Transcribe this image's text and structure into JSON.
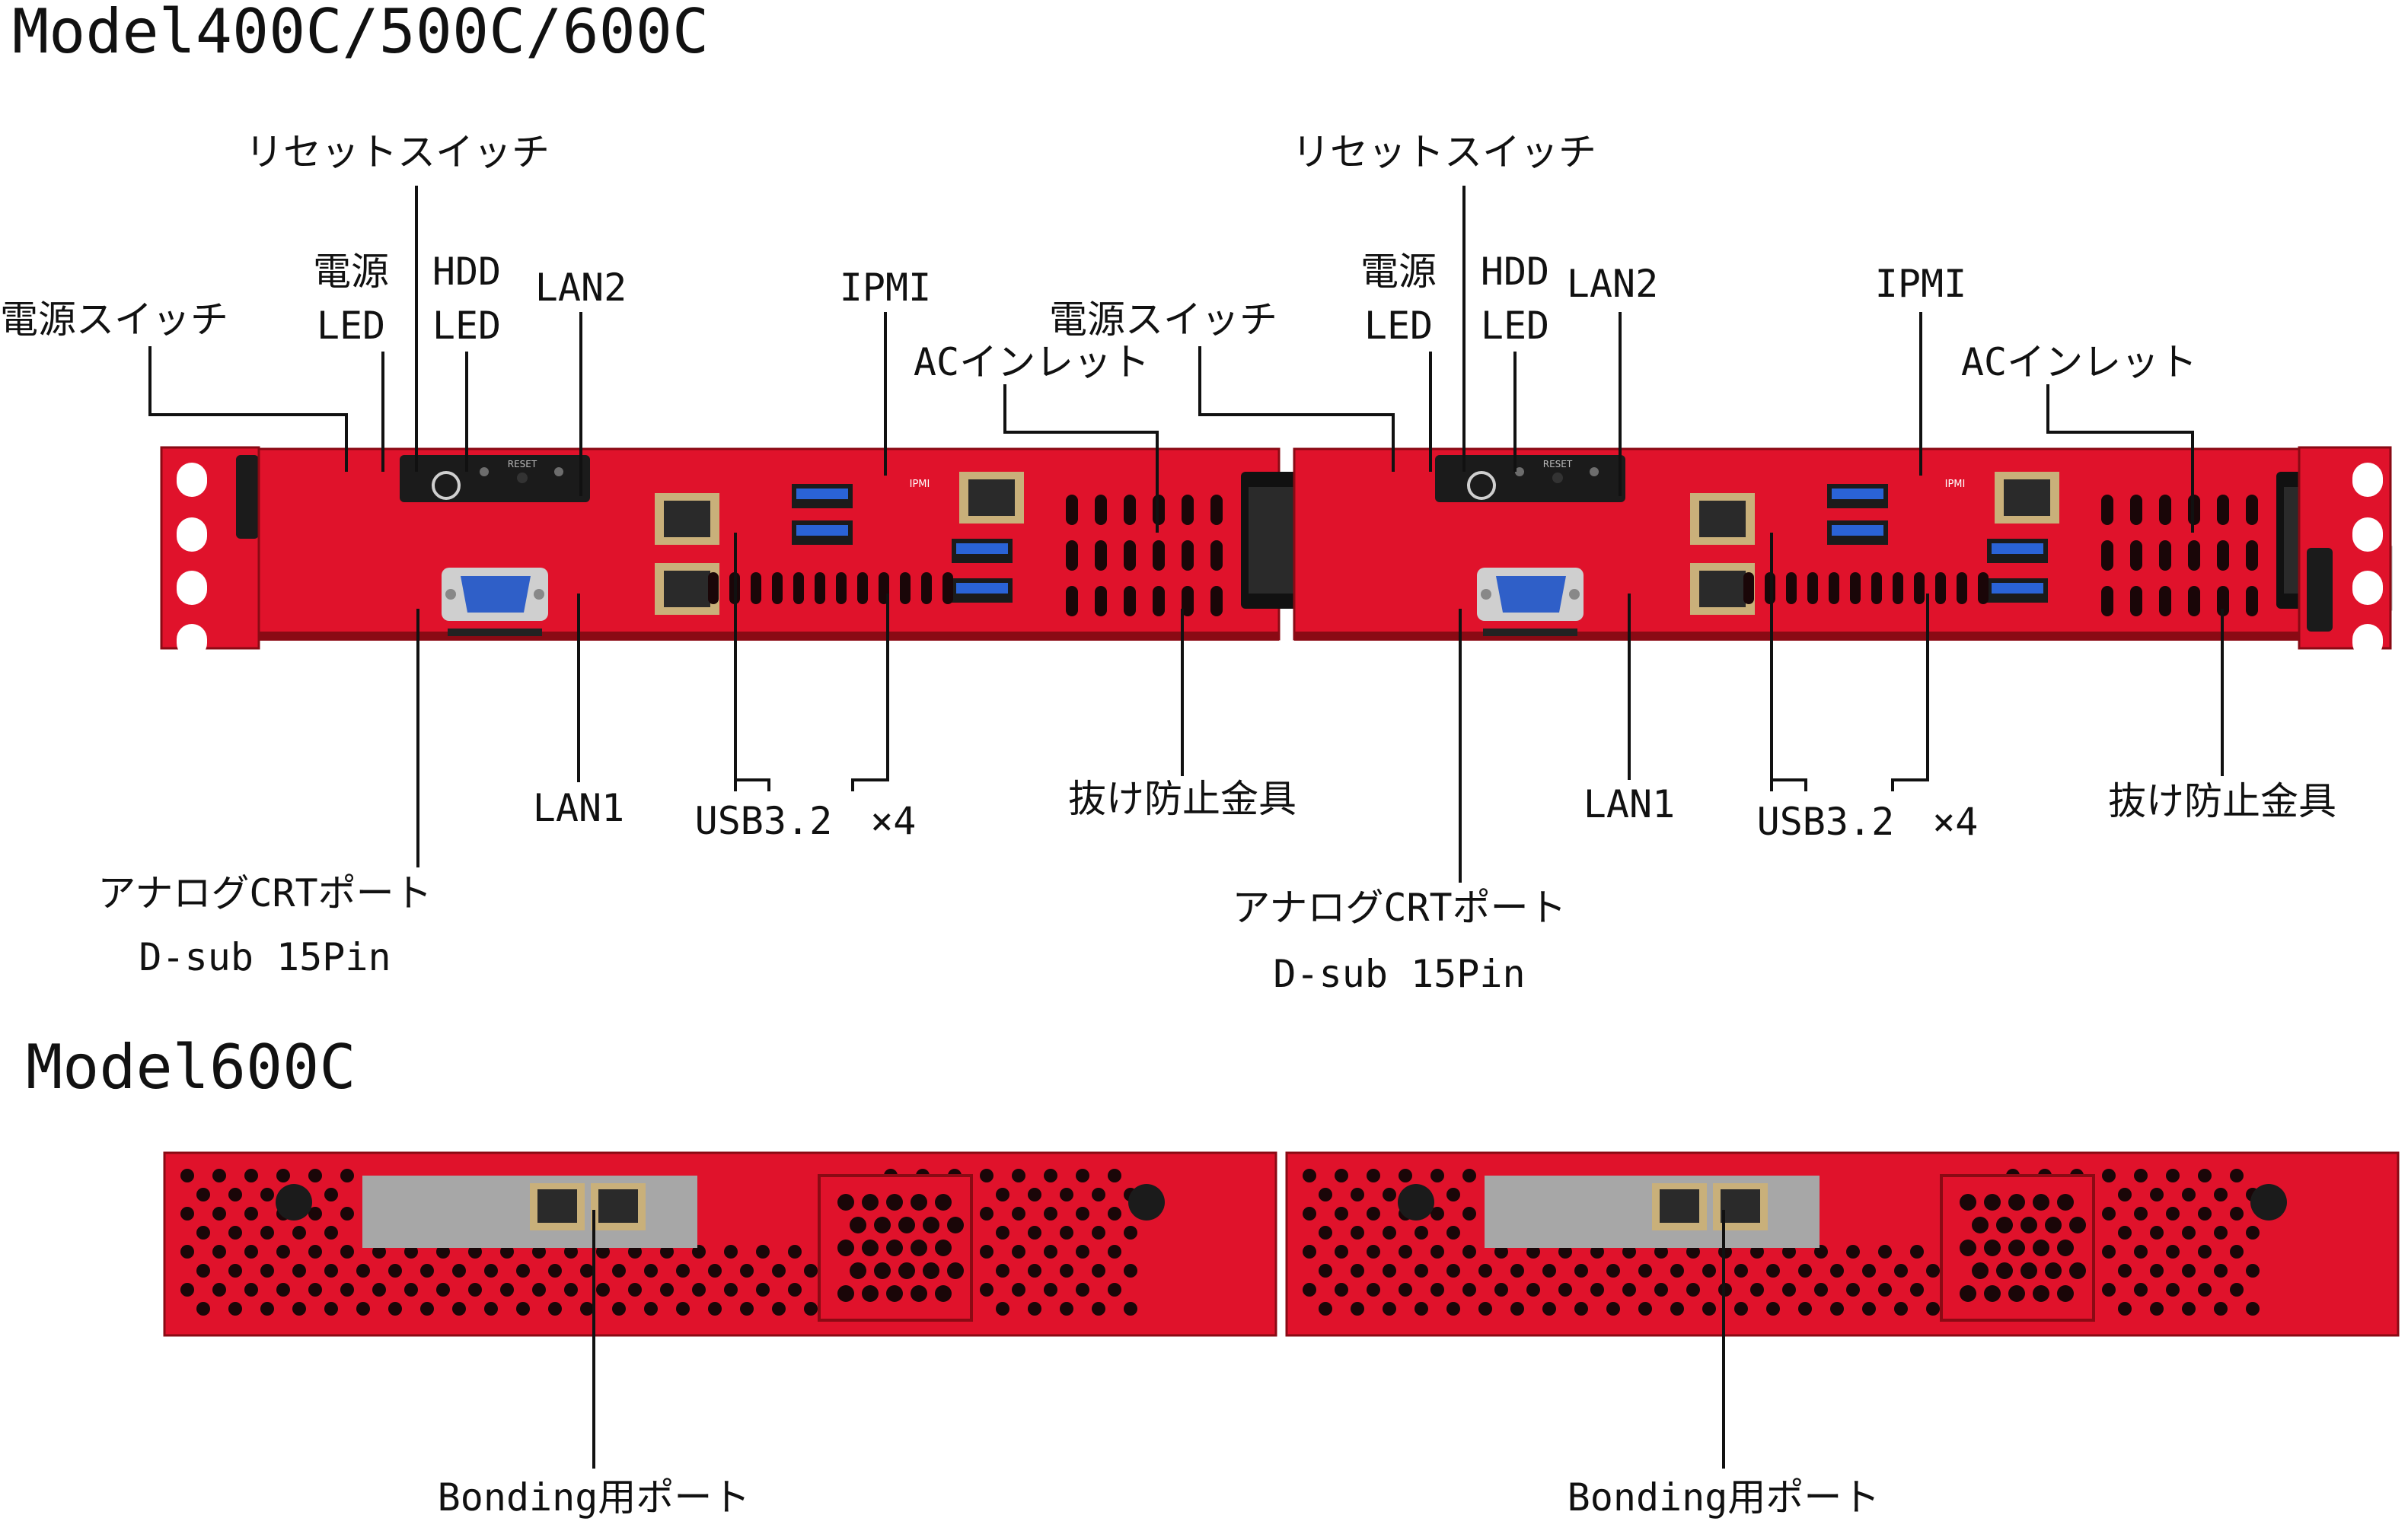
{
  "titles": {
    "top_model": "Model400C/500C/600C",
    "bottom_model": "Model600C"
  },
  "front_labels": {
    "reset_switch": "リセットスイッチ",
    "power_led_1": "電源",
    "power_led_2": "LED",
    "hdd_led_1": "HDD",
    "hdd_led_2": "LED",
    "power_switch": "電源スイッチ",
    "lan2": "LAN2",
    "lan1": "LAN1",
    "ipmi": "IPMI",
    "ac_inlet": "ACインレット",
    "usb": "USB3.2　×4",
    "retainer": "抜け防止金具",
    "crt_1": "アナログCRTポート",
    "crt_2": "D-sub 15Pin"
  },
  "panel_marks": {
    "reset": "RESET",
    "ipmi": "IPMI"
  },
  "rear_labels": {
    "bonding": "Bonding用ポート"
  },
  "colors": {
    "chassis": "#e0122b",
    "chassis_dark": "#8a0a14",
    "vent": "#1a0608",
    "vga": "#2f5fc8",
    "usb": "#2a63d6"
  }
}
